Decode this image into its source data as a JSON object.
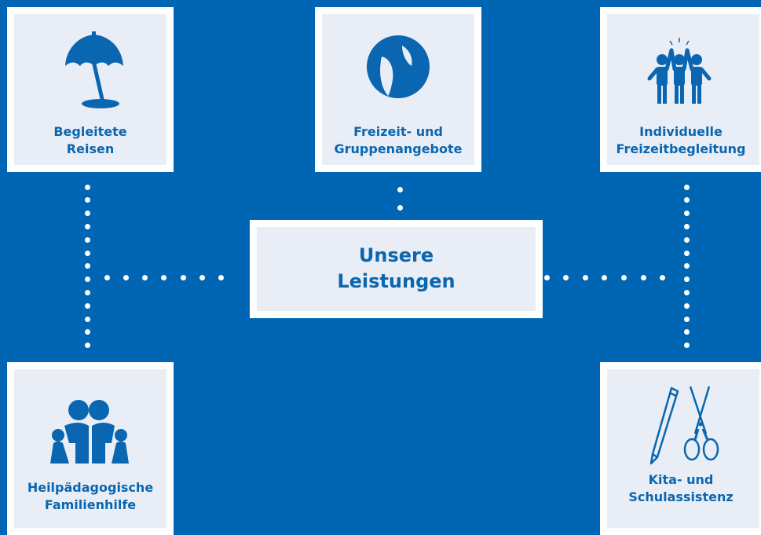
{
  "center": {
    "label": "Unsere\nLeistungen"
  },
  "services": [
    {
      "label": "Begleitete\nReisen",
      "icon": "beach-umbrella-icon"
    },
    {
      "label": "Freizeit- und\nGruppenangebote",
      "icon": "beach-ball-icon"
    },
    {
      "label": "Individuelle\nFreizeitbegleitung",
      "icon": "cheering-group-icon"
    },
    {
      "label": "Heilpädagogische\nFamilienhilfe",
      "icon": "family-icon"
    },
    {
      "label": "Kita- und\nSchulassistenz",
      "icon": "pencil-scissors-icon"
    }
  ],
  "colors": {
    "background": "#0066b3",
    "card": "#e9eef6",
    "accent": "#0a66b0",
    "border": "#ffffff"
  }
}
